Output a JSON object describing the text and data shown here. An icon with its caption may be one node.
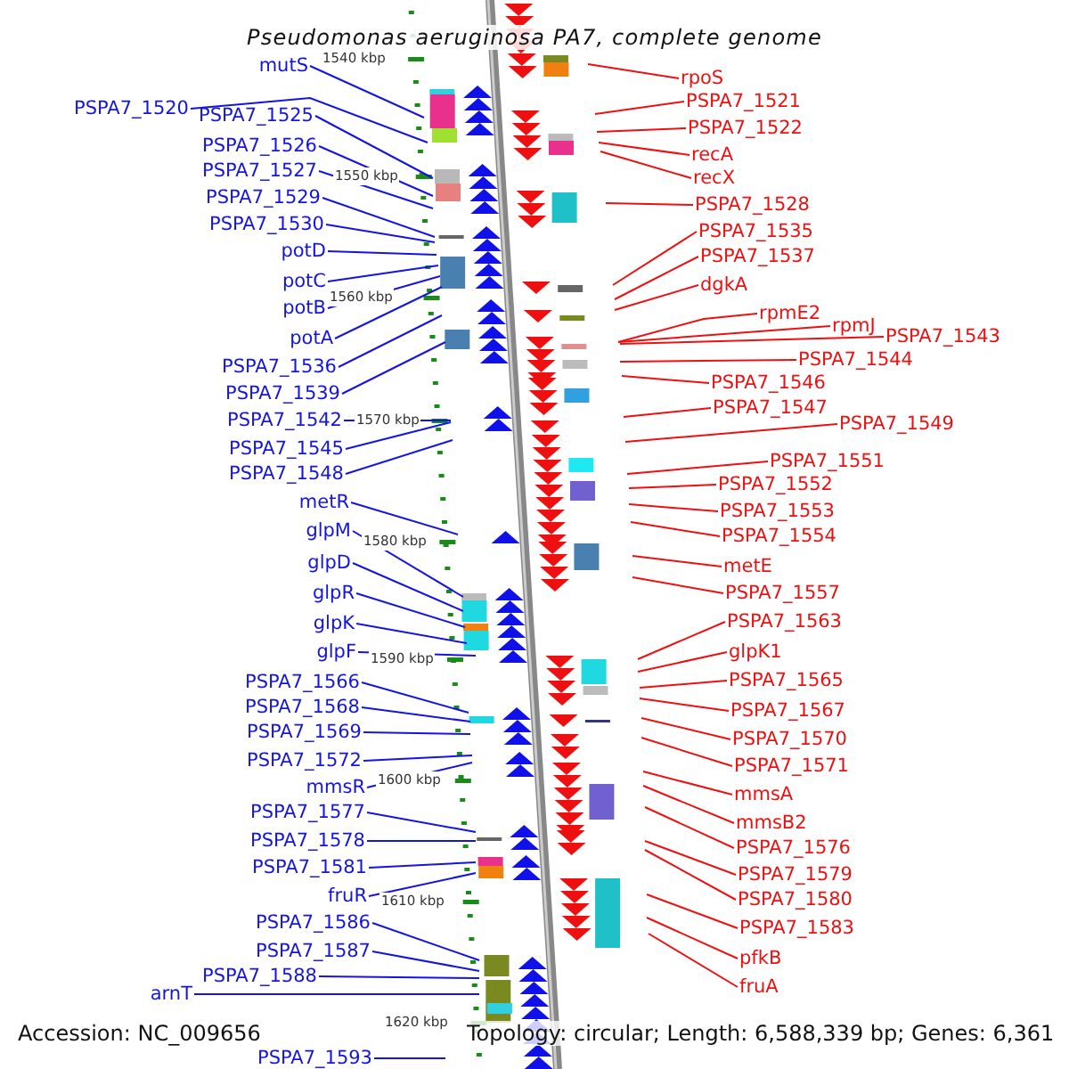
{
  "diagram": {
    "title": "Pseudomonas aeruginosa PA7, complete genome",
    "nodes": [
      {
        "text": [
          "mutS"
        ]
      },
      {
        "text": [
          "PSPA7_1520"
        ]
      },
      {
        "text": [
          "PSPA7_1525"
        ]
      },
      {
        "text": [
          "PSPA7_1526"
        ]
      },
      {
        "text": [
          "PSPA7_1527"
        ]
      },
      {
        "text": [
          "PSPA7_1529"
        ]
      },
      {
        "text": [
          "PSPA7_1530"
        ]
      },
      {
        "text": [
          "potD"
        ]
      },
      {
        "text": [
          "potC"
        ]
      },
      {
        "text": [
          "potB"
        ]
      },
      {
        "text": [
          "potA"
        ]
      },
      {
        "text": [
          "PSPA7_1536"
        ]
      },
      {
        "text": [
          "PSPA7_1539"
        ]
      },
      {
        "text": [
          "PSPA7_1542"
        ]
      },
      {
        "text": [
          "PSPA7_1545"
        ]
      },
      {
        "text": [
          "PSPA7_1548"
        ]
      },
      {
        "text": [
          "metR"
        ]
      },
      {
        "text": [
          "glpM"
        ]
      },
      {
        "text": [
          "glpD"
        ]
      },
      {
        "text": [
          "glpR"
        ]
      },
      {
        "text": [
          "glpK"
        ]
      },
      {
        "text": [
          "glpF"
        ]
      },
      {
        "text": [
          "PSPA7_1566"
        ]
      },
      {
        "text": [
          "PSPA7_1568"
        ]
      },
      {
        "text": [
          "PSPA7_1569"
        ]
      },
      {
        "text": [
          "PSPA7_1572"
        ]
      },
      {
        "text": [
          "mmsR"
        ]
      },
      {
        "text": [
          "PSPA7_1577"
        ]
      },
      {
        "text": [
          "PSPA7_1578"
        ]
      },
      {
        "text": [
          "PSPA7_1581"
        ]
      },
      {
        "text": [
          "fruR"
        ]
      },
      {
        "text": [
          "PSPA7_1586"
        ]
      },
      {
        "text": [
          "PSPA7_1587"
        ]
      },
      {
        "text": [
          "PSPA7_1588"
        ]
      },
      {
        "text": [
          "arnT"
        ]
      },
      {
        "text": [
          "PSPA7_1593"
        ]
      },
      {
        "text": [
          "rpoS"
        ]
      },
      {
        "text": [
          "PSPA7_1521"
        ]
      },
      {
        "text": [
          "PSPA7_1522"
        ]
      },
      {
        "text": [
          "recA"
        ]
      },
      {
        "text": [
          "recX"
        ]
      },
      {
        "text": [
          "PSPA7_1528"
        ]
      },
      {
        "text": [
          "PSPA7_1535"
        ]
      },
      {
        "text": [
          "PSPA7_1537"
        ]
      },
      {
        "text": [
          "dgkA"
        ]
      },
      {
        "text": [
          "rpmE2"
        ]
      },
      {
        "text": [
          "rpmJ"
        ]
      },
      {
        "text": [
          "PSPA7_1543"
        ]
      },
      {
        "text": [
          "PSPA7_1544"
        ]
      },
      {
        "text": [
          "PSPA7_1546"
        ]
      },
      {
        "text": [
          "PSPA7_1547"
        ]
      },
      {
        "text": [
          "PSPA7_1549"
        ]
      },
      {
        "text": [
          "PSPA7_1551"
        ]
      },
      {
        "text": [
          "PSPA7_1552"
        ]
      },
      {
        "text": [
          "PSPA7_1553"
        ]
      },
      {
        "text": [
          "PSPA7_1554"
        ]
      },
      {
        "text": [
          "metE"
        ]
      },
      {
        "text": [
          "PSPA7_1557"
        ]
      },
      {
        "text": [
          "PSPA7_1563"
        ]
      },
      {
        "text": [
          "glpK1"
        ]
      },
      {
        "text": [
          "PSPA7_1565"
        ]
      },
      {
        "text": [
          "PSPA7_1567"
        ]
      },
      {
        "text": [
          "PSPA7_1570"
        ]
      },
      {
        "text": [
          "PSPA7_1571"
        ]
      },
      {
        "text": [
          "mmsA"
        ]
      },
      {
        "text": [
          "mmsB2"
        ]
      },
      {
        "text": [
          "PSPA7_1576"
        ]
      },
      {
        "text": [
          "PSPA7_1579"
        ]
      },
      {
        "text": [
          "PSPA7_1580"
        ]
      },
      {
        "text": [
          "PSPA7_1583"
        ]
      },
      {
        "text": [
          "pfkB"
        ]
      },
      {
        "text": [
          "fruA"
        ]
      }
    ],
    "edges": [
      {
        "from": 0,
        "to": null,
        "arrow": "none"
      },
      {
        "from": 1,
        "to": null,
        "arrow": "none"
      },
      {
        "from": 2,
        "to": null,
        "arrow": "none"
      },
      {
        "from": 3,
        "to": null,
        "arrow": "none"
      },
      {
        "from": 4,
        "to": null,
        "arrow": "none"
      },
      {
        "from": 5,
        "to": null,
        "arrow": "none"
      },
      {
        "from": 6,
        "to": null,
        "arrow": "none"
      },
      {
        "from": 7,
        "to": null,
        "arrow": "none"
      },
      {
        "from": 8,
        "to": null,
        "arrow": "none"
      },
      {
        "from": 9,
        "to": null,
        "arrow": "none"
      },
      {
        "from": 10,
        "to": null,
        "arrow": "none"
      },
      {
        "from": 11,
        "to": null,
        "arrow": "none"
      },
      {
        "from": 12,
        "to": null,
        "arrow": "none"
      },
      {
        "from": 13,
        "to": null,
        "arrow": "none"
      },
      {
        "from": 14,
        "to": null,
        "arrow": "none"
      },
      {
        "from": 15,
        "to": null,
        "arrow": "none"
      },
      {
        "from": 16,
        "to": null,
        "arrow": "none"
      },
      {
        "from": 17,
        "to": null,
        "arrow": "none"
      },
      {
        "from": 18,
        "to": null,
        "arrow": "none"
      },
      {
        "from": 19,
        "to": null,
        "arrow": "none"
      },
      {
        "from": 20,
        "to": null,
        "arrow": "none"
      },
      {
        "from": 21,
        "to": null,
        "arrow": "none"
      },
      {
        "from": 22,
        "to": null,
        "arrow": "none"
      },
      {
        "from": 23,
        "to": null,
        "arrow": "none"
      },
      {
        "from": 24,
        "to": null,
        "arrow": "none"
      },
      {
        "from": 25,
        "to": null,
        "arrow": "none"
      },
      {
        "from": 26,
        "to": null,
        "arrow": "none"
      },
      {
        "from": 27,
        "to": null,
        "arrow": "none"
      },
      {
        "from": 28,
        "to": null,
        "arrow": "none"
      },
      {
        "from": 29,
        "to": null,
        "arrow": "none"
      },
      {
        "from": 30,
        "to": null,
        "arrow": "none"
      },
      {
        "from": 31,
        "to": null,
        "arrow": "none"
      },
      {
        "from": 32,
        "to": null,
        "arrow": "none"
      },
      {
        "from": 33,
        "to": null,
        "arrow": "none"
      },
      {
        "from": 34,
        "to": null,
        "arrow": "none"
      },
      {
        "from": 35,
        "to": null,
        "arrow": "none"
      },
      {
        "from": 36,
        "to": null,
        "arrow": "none",
        "color": "#ee1010"
      },
      {
        "from": 37,
        "to": null,
        "arrow": "none",
        "color": "#ee1010"
      },
      {
        "from": 38,
        "to": null,
        "arrow": "none",
        "color": "#ee1010"
      },
      {
        "from": 39,
        "to": null,
        "arrow": "none",
        "color": "#ee1010"
      },
      {
        "from": 40,
        "to": null,
        "arrow": "none",
        "color": "#ee1010"
      },
      {
        "from": 41,
        "to": null,
        "arrow": "none",
        "color": "#ee1010"
      },
      {
        "from": 42,
        "to": null,
        "arrow": "none",
        "color": "#ee1010"
      },
      {
        "from": 43,
        "to": null,
        "arrow": "none",
        "color": "#ee1010"
      },
      {
        "from": 44,
        "to": null,
        "arrow": "none",
        "color": "#ee1010"
      },
      {
        "from": 45,
        "to": null,
        "arrow": "none",
        "color": "#ee1010"
      },
      {
        "from": 46,
        "to": null,
        "arrow": "none",
        "color": "#ee1010"
      },
      {
        "from": 47,
        "to": null,
        "arrow": "none",
        "color": "#ee1010"
      },
      {
        "from": 48,
        "to": null,
        "arrow": "none",
        "color": "#ee1010"
      },
      {
        "from": 49,
        "to": null,
        "arrow": "none",
        "color": "#ee1010"
      },
      {
        "from": 50,
        "to": null,
        "arrow": "none",
        "color": "#ee1010"
      },
      {
        "from": 51,
        "to": null,
        "arrow": "none",
        "color": "#ee1010"
      },
      {
        "from": 52,
        "to": null,
        "arrow": "none",
        "color": "#ee1010"
      },
      {
        "from": 53,
        "to": null,
        "arrow": "none",
        "color": "#ee1010"
      },
      {
        "from": 54,
        "to": null,
        "arrow": "none",
        "color": "#ee1010"
      },
      {
        "from": 55,
        "to": null,
        "arrow": "none",
        "color": "#ee1010"
      },
      {
        "from": 56,
        "to": null,
        "arrow": "none",
        "color": "#ee1010"
      },
      {
        "from": 57,
        "to": null,
        "arrow": "none",
        "color": "#ee1010"
      },
      {
        "from": 58,
        "to": null,
        "arrow": "none",
        "color": "#ee1010"
      },
      {
        "from": 59,
        "to": null,
        "arrow": "none",
        "color": "#ee1010"
      },
      {
        "from": 60,
        "to": null,
        "arrow": "none",
        "color": "#ee1010"
      },
      {
        "from": 61,
        "to": null,
        "arrow": "none",
        "color": "#ee1010"
      },
      {
        "from": 62,
        "to": null,
        "arrow": "none",
        "color": "#ee1010"
      },
      {
        "from": 63,
        "to": null,
        "arrow": "none",
        "color": "#ee1010"
      },
      {
        "from": 64,
        "to": null,
        "arrow": "none",
        "color": "#ee1010"
      },
      {
        "from": 65,
        "to": null,
        "arrow": "none",
        "color": "#ee1010"
      },
      {
        "from": 66,
        "to": null,
        "arrow": "none",
        "color": "#ee1010"
      },
      {
        "from": 67,
        "to": null,
        "arrow": "none",
        "color": "#ee1010"
      },
      {
        "from": 68,
        "to": null,
        "arrow": "none",
        "color": "#ee1010"
      },
      {
        "from": 69,
        "to": null,
        "arrow": "none",
        "color": "#ee1010"
      },
      {
        "from": 70,
        "to": null,
        "arrow": "none",
        "color": "#ee1010"
      },
      {
        "from": 71,
        "to": null,
        "arrow": "none",
        "color": "#ee1010"
      }
    ],
    "labels": [
      "1540 kbp",
      "1550 kbp",
      "1560 kbp",
      "1570 kbp",
      "1580 kbp",
      "1590 kbp",
      "1600 kbp",
      "1610 kbp",
      "1620 kbp",
      "Accession: NC_009656",
      "Topology: circular; Length: 6,588,339 bp; Genes: 6,361"
    ]
  }
}
